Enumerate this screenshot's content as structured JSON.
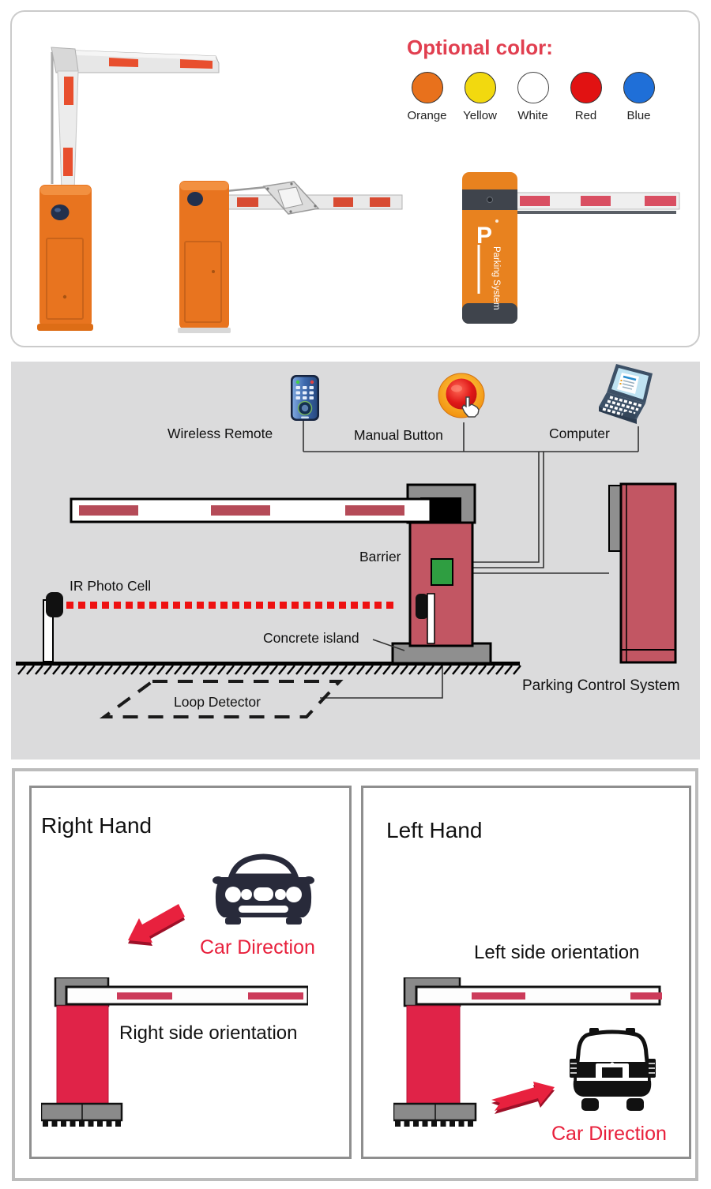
{
  "product_card": {
    "optional_color_title": "Optional color:",
    "swatches": [
      {
        "label": "Orange",
        "color": "#e8711c"
      },
      {
        "label": "Yellow",
        "color": "#f2d90f"
      },
      {
        "label": "White",
        "color": "#ffffff"
      },
      {
        "label": "Red",
        "color": "#e11212"
      },
      {
        "label": "Blue",
        "color": "#1f6fd8"
      }
    ],
    "barrier_brand": {
      "logo": "P",
      "name": "Parking System"
    }
  },
  "diagram": {
    "labels": {
      "wireless_remote": "Wireless Remote",
      "manual_button": "Manual Button",
      "computer": "Computer",
      "barrier": "Barrier",
      "ir_photo_cell": "IR Photo Cell",
      "concrete_island": "Concrete island",
      "loop_detector": "Loop Detector",
      "parking_control_system": "Parking Control System"
    },
    "colors": {
      "background": "#dbdbdc",
      "cabinet_red": "#c25663",
      "beam_red": "#ee1111",
      "control_box_green": "#2f9e41"
    }
  },
  "orientation_card": {
    "right_panel": {
      "title": "Right Hand",
      "car_direction_label": "Car Direction",
      "orientation_label": "Right side orientation"
    },
    "left_panel": {
      "title": "Left Hand",
      "car_direction_label": "Car Direction",
      "orientation_label": "Left side orientation"
    },
    "colors": {
      "accent_red": "#e8203c",
      "cabinet_red": "#e02348"
    }
  }
}
